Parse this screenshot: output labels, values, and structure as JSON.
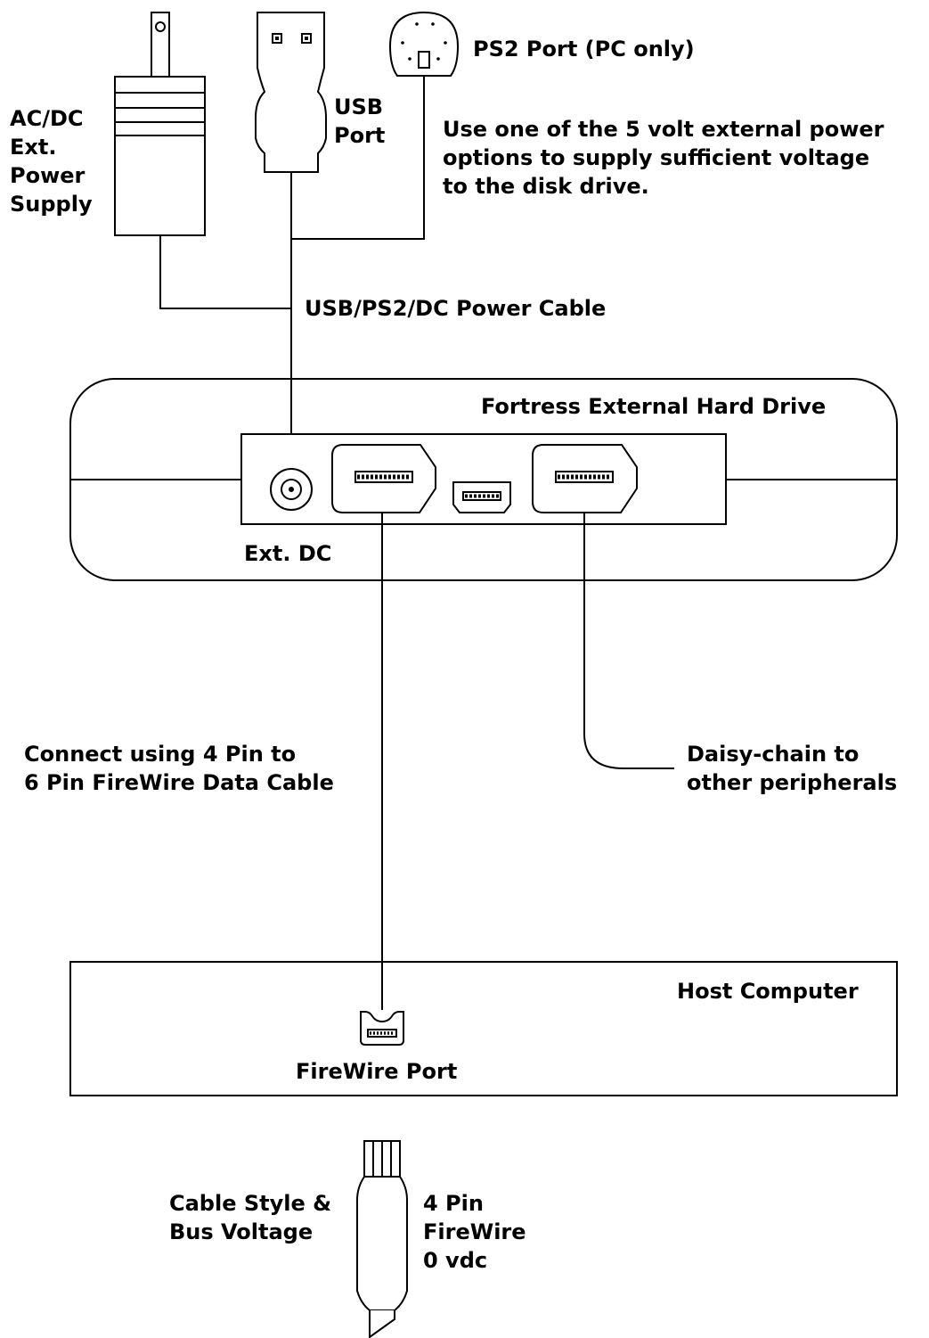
{
  "labels": {
    "ac_dc": "AC/DC\nExt.\nPower\nSupply",
    "usb_port": "USB\nPort",
    "ps2_port": "PS2 Port (PC only)",
    "power_note": "Use one of the 5 volt external power\noptions to supply sufficient voltage\nto the disk drive.",
    "power_cable": "USB/PS2/DC Power Cable",
    "drive_title": "Fortress External Hard Drive",
    "ext_dc": "Ext. DC",
    "connect_note": "Connect using 4 Pin to\n6 Pin FireWire Data Cable",
    "daisy_chain": "Daisy-chain to\nother peripherals",
    "host_computer": "Host Computer",
    "firewire_port": "FireWire Port",
    "cable_style": "Cable Style &\nBus Voltage",
    "four_pin": "4 Pin\nFireWire\n0 vdc"
  }
}
